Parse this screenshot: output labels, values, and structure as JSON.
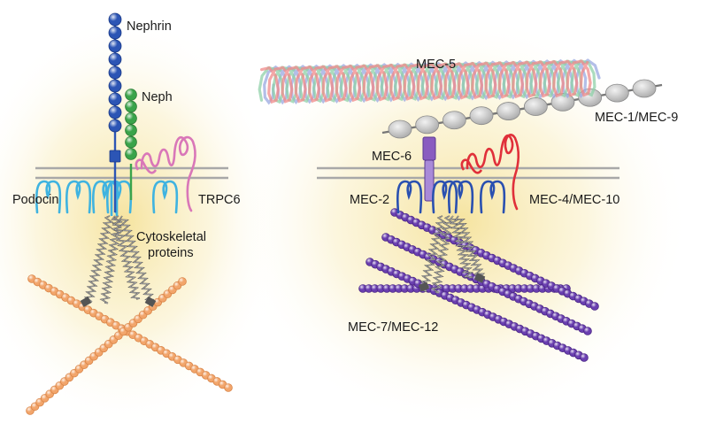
{
  "left_panel": {
    "labels": {
      "nephrin": "Nephrin",
      "neph": "Neph",
      "podocin": "Podocin",
      "trpc6": "TRPC6",
      "cytoskeletal_line1": "Cytoskeletal",
      "cytoskeletal_line2": "proteins"
    }
  },
  "right_panel": {
    "labels": {
      "mec5": "MEC-5",
      "mec1_mec9": "MEC-1/MEC-9",
      "mec6": "MEC-6",
      "mec2": "MEC-2",
      "mec4_mec10": "MEC-4/MEC-10",
      "mec7_mec12": "MEC-7/MEC-12"
    }
  },
  "colors": {
    "nephrin": "#2c55b5",
    "neph": "#3aa34a",
    "podocin": "#3fb3e0",
    "trpc6": "#d977b8",
    "actin": "#f2a56b",
    "mec2": "#2a50b0",
    "mec4": "#e0303a",
    "mec6": "#8a5cc0",
    "tubulin": "#6a3fb0",
    "mec1": "#c9c9c9",
    "membrane": "#a8a8a8",
    "glow": "#f6e6a3"
  }
}
